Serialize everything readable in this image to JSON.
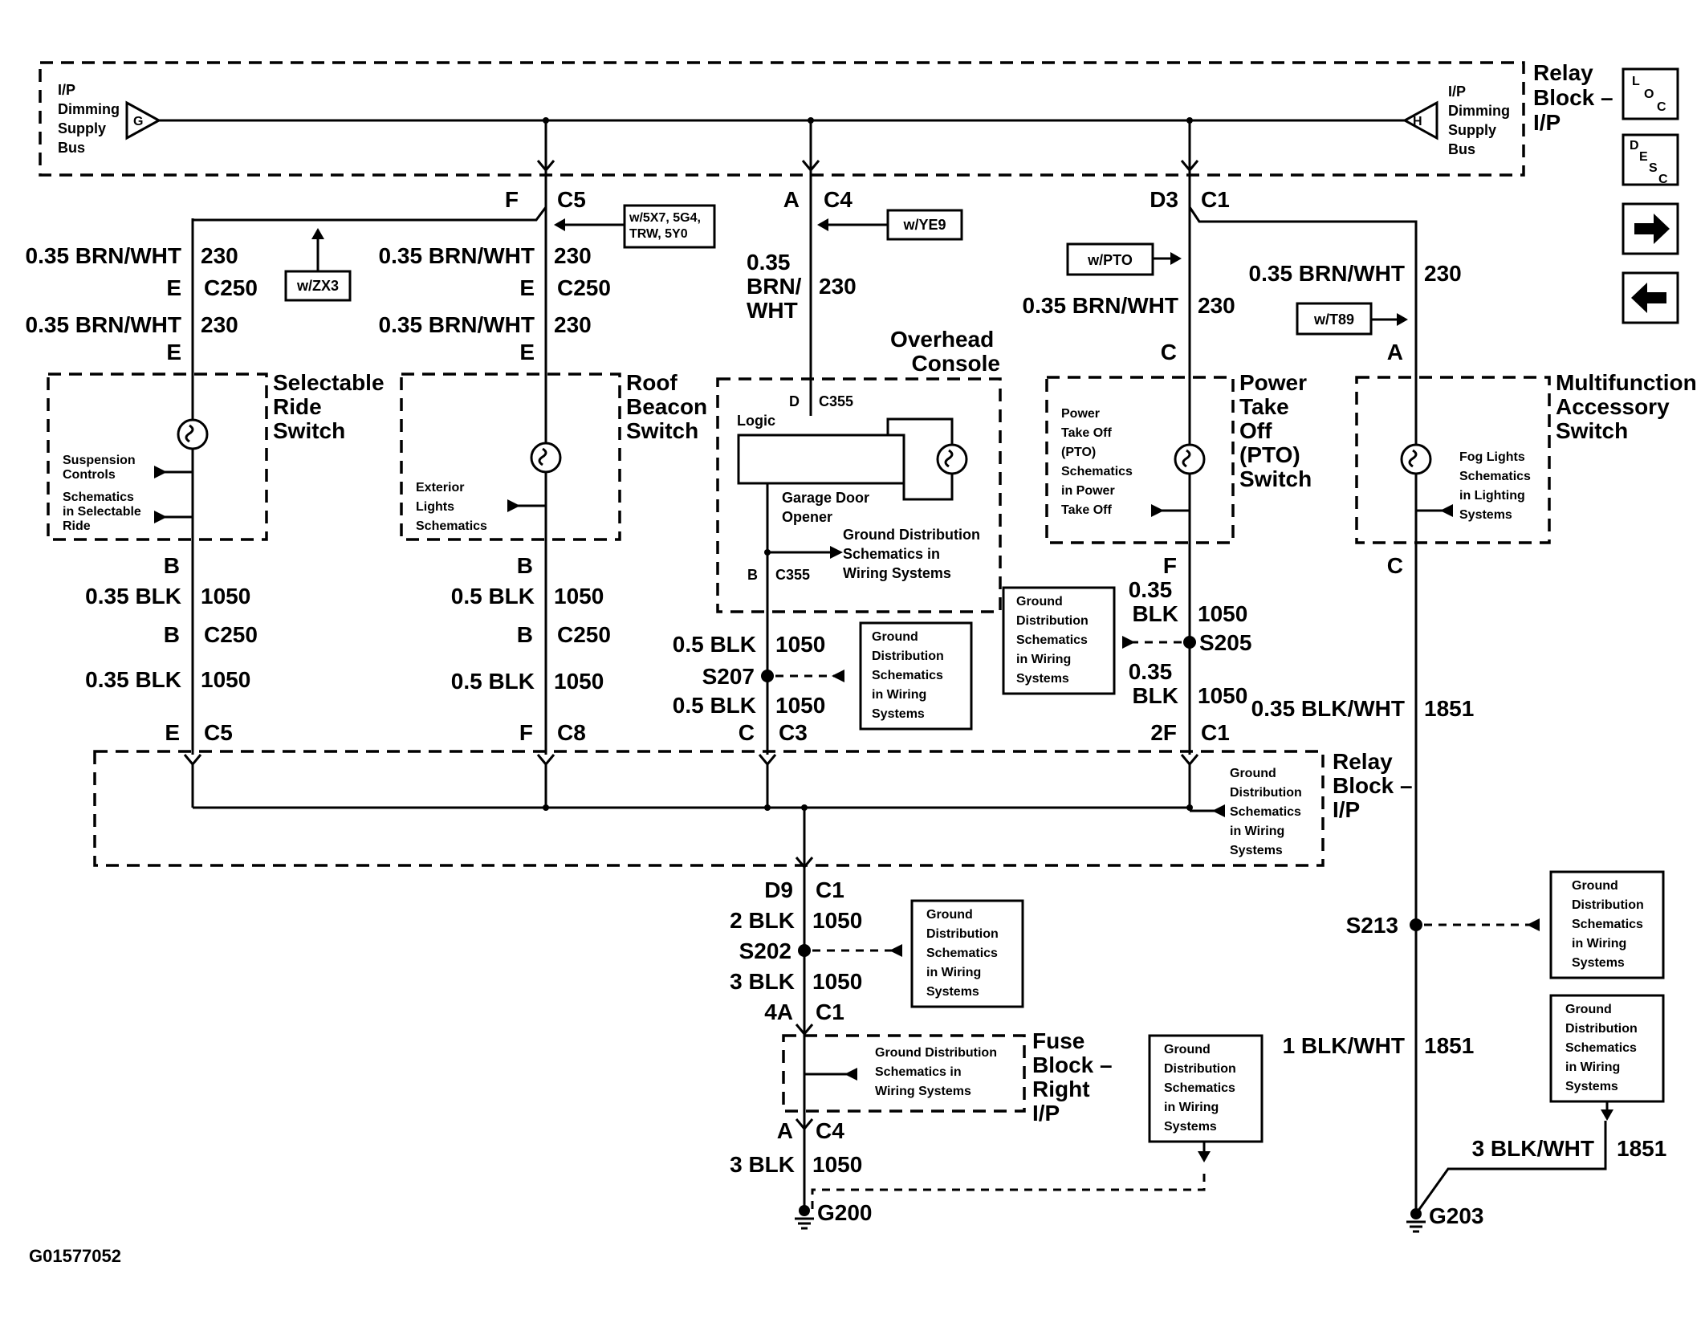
{
  "top_block": {
    "name_lines": [
      "Relay",
      "Block –",
      "I/P"
    ],
    "left_bus_lines": [
      "I/P",
      "Dimming",
      "Supply",
      "Bus"
    ],
    "left_bus_letter": "G",
    "right_bus_lines": [
      "I/P",
      "Dimming",
      "Supply",
      "Bus"
    ],
    "right_bus_letter": "H"
  },
  "nav": {
    "loc_label": "LOC",
    "desc_label": "DESC",
    "next_icon": "arrow-right",
    "prev_icon": "arrow-left"
  },
  "col1": {
    "pin_top": "F",
    "conn_top": "C5",
    "wire1": "0.35 BRN/WHT",
    "circ1": "230",
    "pin_mid": "E",
    "conn_mid": "C250",
    "wire2": "0.35 BRN/WHT",
    "circ2": "230",
    "pin_sw": "E",
    "option": "w/ZX3",
    "switch_lines": [
      "Selectable",
      "Ride",
      "Switch"
    ],
    "note1_lines": [
      "Suspension",
      "Controls"
    ],
    "note2_lines": [
      "Schematics",
      "in Selectable",
      "Ride"
    ],
    "pin_b": "B",
    "wire3": "0.35 BLK",
    "circ3": "1050",
    "pin_b2": "B",
    "conn_b2": "C250",
    "wire4": "0.35 BLK",
    "circ4": "1050",
    "pin_bot": "E",
    "conn_bot": "C5"
  },
  "col2": {
    "option_lines": [
      "w/5X7, 5G4,",
      "TRW, 5Y0"
    ],
    "wire1": "0.35 BRN/WHT",
    "circ1": "230",
    "pin_mid": "E",
    "conn_mid": "C250",
    "wire2": "0.35 BRN/WHT",
    "circ2": "230",
    "pin_sw": "E",
    "switch_lines": [
      "Roof",
      "Beacon",
      "Switch"
    ],
    "note_lines": [
      "Exterior",
      "Lights",
      "Schematics"
    ],
    "pin_b": "B",
    "wire3": "0.5 BLK",
    "circ3": "1050",
    "pin_b2": "B",
    "conn_b2": "C250",
    "wire4": "0.5 BLK",
    "circ4": "1050",
    "pin_bot": "F",
    "conn_bot": "C8"
  },
  "col3": {
    "pin_top": "A",
    "conn_top": "C4",
    "option": "w/YE9",
    "wire1_lines": [
      "0.35",
      "BRN/",
      "WHT"
    ],
    "circ1": "230",
    "console_lines": [
      "Overhead",
      "Console"
    ],
    "pin_d": "D",
    "conn_d": "C355",
    "logic": "Logic",
    "garage_lines": [
      "Garage Door",
      "Opener"
    ],
    "ground_note_lines": [
      "Ground Distribution",
      "Schematics in",
      "Wiring Systems"
    ],
    "pin_b": "B",
    "conn_b": "C355",
    "wire2": "0.5 BLK",
    "circ2": "1050",
    "splice": "S207",
    "wire3": "0.5 BLK",
    "circ3": "1050",
    "pin_bot": "C",
    "conn_bot": "C3",
    "box_lines": [
      "Ground",
      "Distribution",
      "Schematics",
      "in Wiring",
      "Systems"
    ]
  },
  "col4": {
    "pin_top": "D3",
    "conn_top": "C1",
    "option": "w/PTO",
    "wire1": "0.35 BRN/WHT",
    "circ1": "230",
    "pin_sw": "C",
    "switch_lines": [
      "Power",
      "Take",
      "Off",
      "(PTO)",
      "Switch"
    ],
    "note_lines": [
      "Power",
      "Take Off",
      "(PTO)",
      "Schematics",
      "in Power",
      "Take Off"
    ],
    "pin_f": "F",
    "wire2_lines": [
      "0.35",
      "BLK"
    ],
    "circ2": "1050",
    "splice": "S205",
    "wire3_lines": [
      "0.35",
      "BLK"
    ],
    "circ3": "1050",
    "pin_bot": "2F",
    "conn_bot": "C1",
    "box_lines": [
      "Ground",
      "Distribution",
      "Schematics",
      "in Wiring",
      "Systems"
    ]
  },
  "col5": {
    "wire1": "0.35 BRN/WHT",
    "circ1": "230",
    "option": "w/T89",
    "pin_sw": "A",
    "switch_lines": [
      "Multifunction",
      "Accessory",
      "Switch"
    ],
    "note_lines": [
      "Fog Lights",
      "Schematics",
      "in Lighting",
      "Systems"
    ],
    "pin_c": "C",
    "wire2": "0.35 BLK/WHT",
    "circ2": "1851",
    "splice": "S213",
    "box1_lines": [
      "Ground",
      "Distribution",
      "Schematics",
      "in Wiring",
      "Systems"
    ],
    "wire3": "1 BLK/WHT",
    "circ3": "1851",
    "box2_lines": [
      "Ground",
      "Distribution",
      "Schematics",
      "in Wiring",
      "Systems"
    ],
    "wire4": "3 BLK/WHT",
    "circ4": "1851",
    "ground": "G203"
  },
  "bottom_block": {
    "name_lines": [
      "Relay",
      "Block –",
      "I/P"
    ],
    "note_lines": [
      "Ground",
      "Distribution",
      "Schematics",
      "in Wiring",
      "Systems"
    ]
  },
  "trunk": {
    "pin1": "D9",
    "conn1": "C1",
    "wire1": "2 BLK",
    "circ1": "1050",
    "splice": "S202",
    "wire2": "3 BLK",
    "circ2": "1050",
    "pin2": "4A",
    "conn2": "C1",
    "box_lines": [
      "Ground",
      "Distribution",
      "Schematics",
      "in Wiring",
      "Systems"
    ],
    "fuse_lines": [
      "Fuse",
      "Block –",
      "Right",
      "I/P"
    ],
    "fuse_note_lines": [
      "Ground Distribution",
      "Schematics in",
      "Wiring Systems"
    ],
    "pin3": "A",
    "conn3": "C4",
    "wire3": "3 BLK",
    "circ3": "1050",
    "ground": "G200",
    "box2_lines": [
      "Ground",
      "Distribution",
      "Schematics",
      "in Wiring",
      "Systems"
    ]
  },
  "footer": {
    "figure_id": "G01577052"
  }
}
